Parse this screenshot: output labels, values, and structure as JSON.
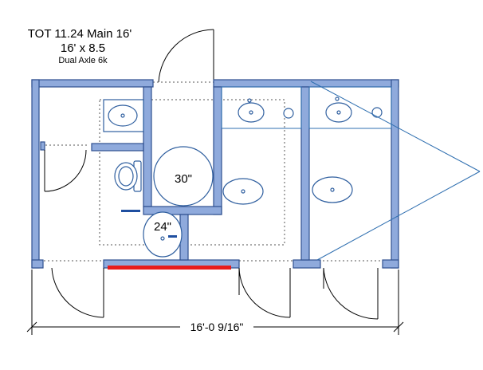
{
  "title": {
    "line1": "TOT 11.24 Main 16'",
    "line2": "16' x 8.5",
    "line3": "Dual Axle 6k"
  },
  "labels": {
    "shower_large": "30\"",
    "shower_small": "24\"",
    "overall_dimension": "16'-0 9/16\""
  },
  "colors": {
    "wall_fill": "#8faadc",
    "wall_stroke": "#2f4f8f",
    "ramp": "#e81c1c",
    "fixture_stroke": "#2f5f9f",
    "accent_blue": "#1f4fa0"
  },
  "icons": [
    "toilet-icon",
    "sink-icon",
    "shower-icon",
    "door-swing-icon"
  ]
}
